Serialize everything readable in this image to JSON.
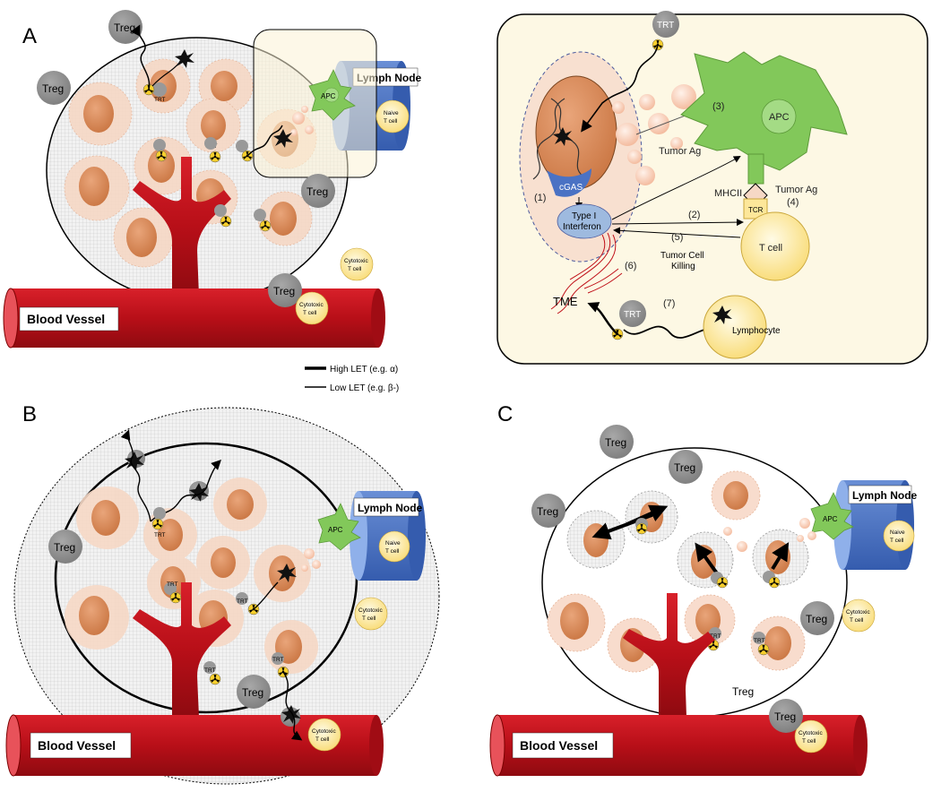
{
  "panels": {
    "a": "A",
    "b": "B",
    "c": "C"
  },
  "labels": {
    "treg": "Treg",
    "trt": "TRT",
    "apc": "APC",
    "lymph_node": "Lymph Node",
    "naive_line1": "Naive",
    "naive_line2": "T cell",
    "cytotoxic_line1": "Cytotoxic",
    "cytotoxic_line2": "T cell",
    "blood_vessel": "Blood Vessel"
  },
  "legend": {
    "high": "High LET (e.g. α)",
    "low": "Low LET (e.g. β-)"
  },
  "inset": {
    "trt_top": "TRT",
    "tumor_ag": "Tumor Ag",
    "step3": "(3)",
    "apc": "APC",
    "cgas": "cGAS",
    "step1": "(1)",
    "type1_line1": "Type I",
    "type1_line2": "Interferon",
    "mhcii": "MHCII",
    "tumor_ag2": "Tumor Ag",
    "step4": "(4)",
    "tcr": "TCR",
    "step2": "(2)",
    "step5": "(5)",
    "tcell": "T cell",
    "killing_line1": "Tumor Cell",
    "killing_line2": "Killing",
    "step6": "(6)",
    "tme": "TME",
    "trt_bottom": "TRT",
    "step7": "(7)",
    "lymphocyte": "Lymphocyte"
  },
  "colors": {
    "vessel": "#c0111a",
    "vessel_dark": "#8b0a10",
    "cell_outer": "#f6d8c5",
    "nucleus": "#d98a5c",
    "treg": "#8c8c8c",
    "apc": "#7fc45a",
    "lymph": "#4a72c4",
    "yellow_cell": "#fde79a",
    "inset_bg": "#fdf8e4",
    "interferon": "#9ebadf"
  }
}
